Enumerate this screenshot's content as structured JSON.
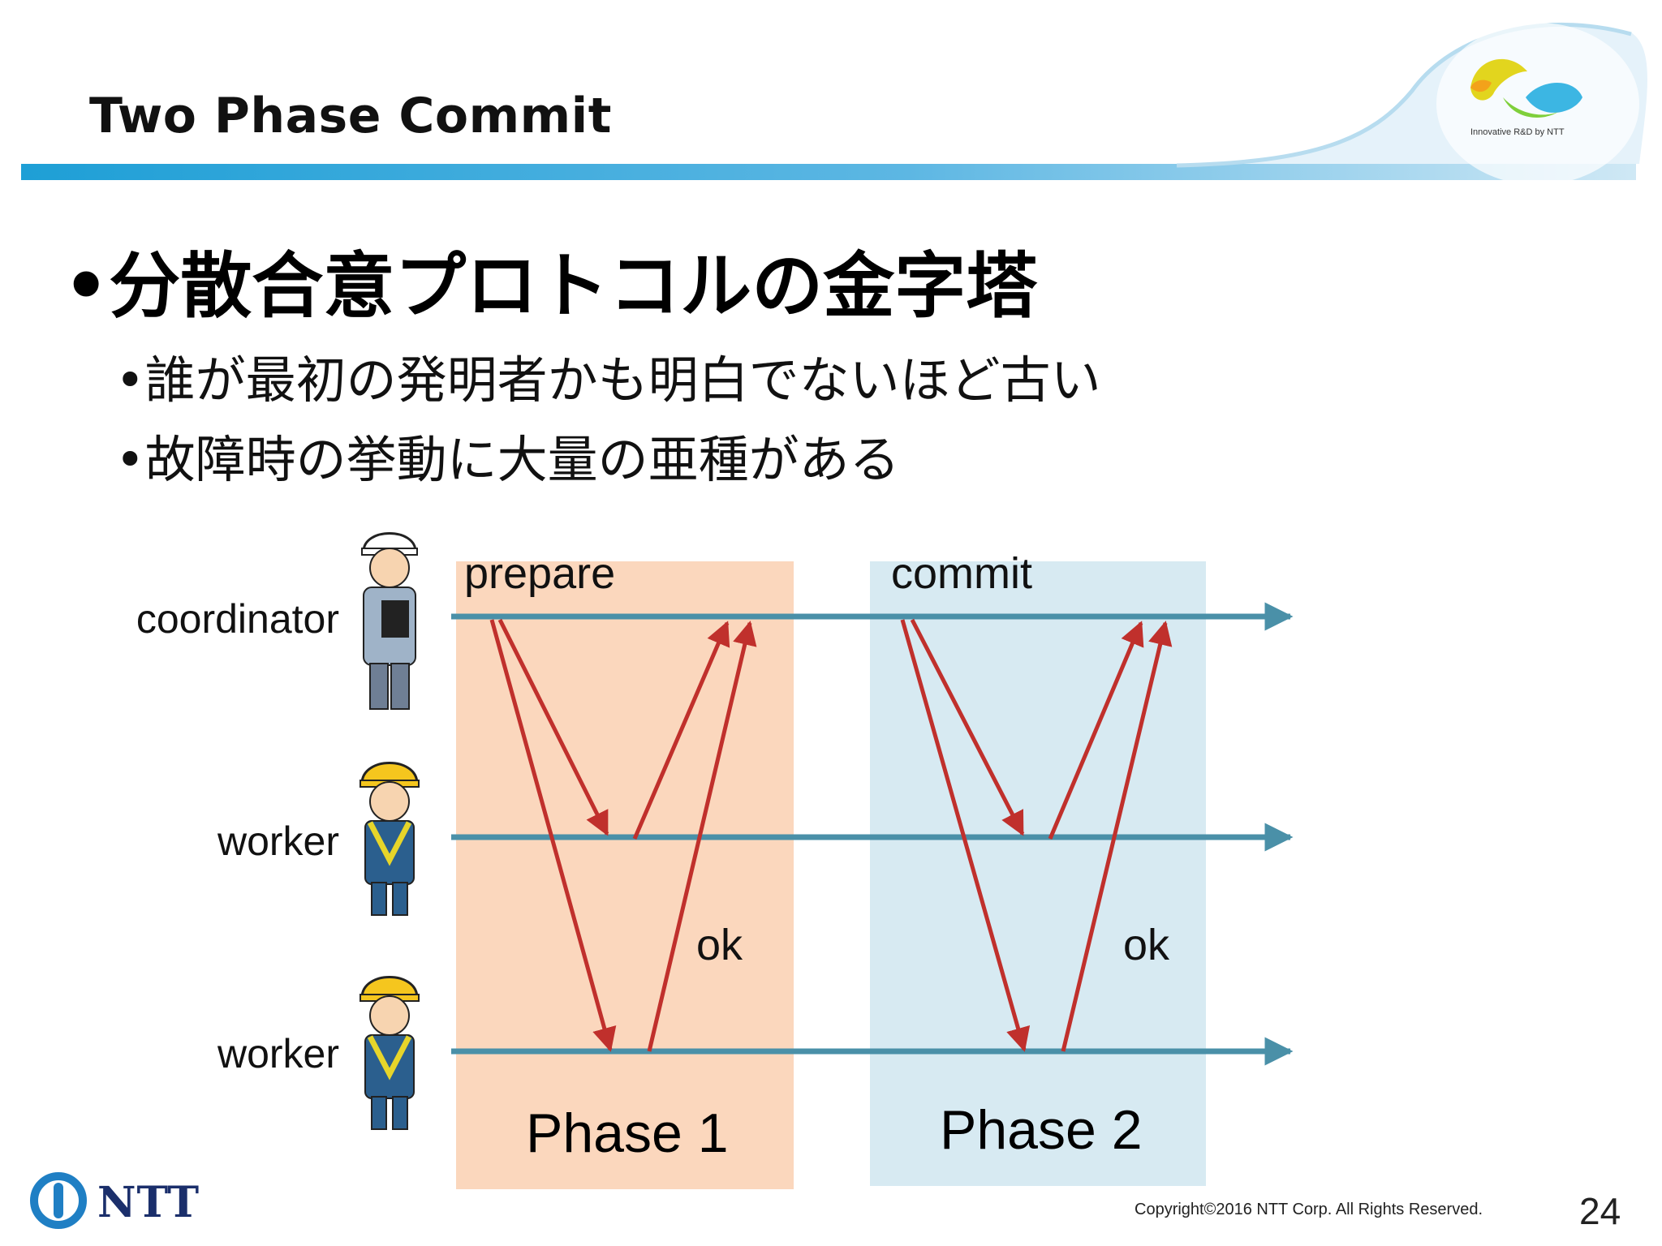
{
  "slide": {
    "title": "Two Phase Commit",
    "main_bullet": "•分散合意プロトコルの金字塔",
    "sub_bullets": [
      "•誰が最初の発明者かも明白でないほど古い",
      "•故障時の挙動に大量の亜種がある"
    ]
  },
  "diagram": {
    "roles": [
      "coordinator",
      "worker",
      "worker"
    ],
    "messages": {
      "request_phase1": "prepare",
      "request_phase2": "commit",
      "reply_phase1": "ok",
      "reply_phase2": "ok"
    },
    "phases": [
      "Phase 1",
      "Phase 2"
    ],
    "colors": {
      "phase1_bg": "#fbd7bd",
      "phase2_bg": "#d7eaf2",
      "timeline": "#4a90a8",
      "message_arrow": "#c0302c"
    }
  },
  "footer": {
    "company": "NTT",
    "copyright": "Copyright©2016  NTT Corp. All Rights Reserved.",
    "page_number": "24"
  },
  "logo": {
    "caption": "Innovative R&D by NTT"
  }
}
